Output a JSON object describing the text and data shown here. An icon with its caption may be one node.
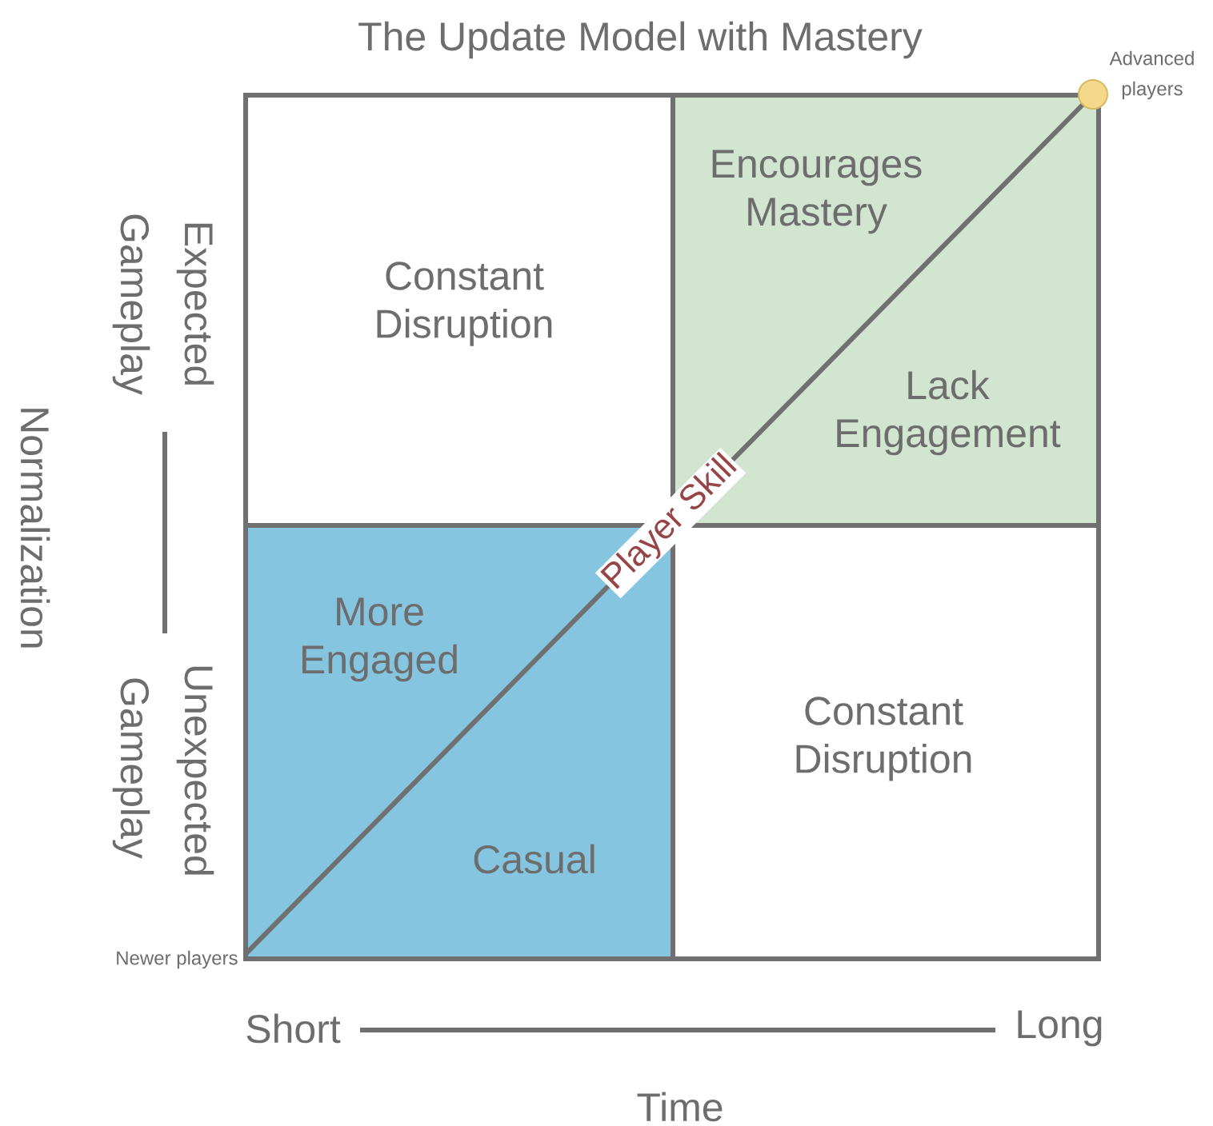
{
  "diagram": {
    "title": "The Update Model with Mastery",
    "nodes": [
      {
        "text": [
          "Constant Disruption"
        ]
      },
      {
        "text": [
          "Encourages Mastery",
          "Lack Engagement"
        ]
      },
      {
        "text": [
          "More Engaged",
          "Casual"
        ]
      },
      {
        "text": [
          "Constant Disruption"
        ]
      }
    ],
    "labels": [
      "Advanced players",
      "Expected Gameplay",
      "Normalization",
      "Player Skill",
      "Unexpected Gameplay",
      "Newer players",
      "Short",
      "Long",
      "Time"
    ]
  }
}
